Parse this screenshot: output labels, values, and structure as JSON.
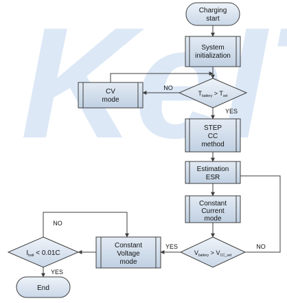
{
  "watermark": "KeIT",
  "colors": {
    "box_fill": "#c8d6e6",
    "box_fill_light": "#e8eff7",
    "stroke": "#3d3d3d",
    "watermark_blue": "#cfe0f3",
    "watermark_yellow": "#f6ecc2"
  },
  "nodes": {
    "start": {
      "lines": [
        "Charging",
        "start"
      ]
    },
    "init": {
      "lines": [
        "System",
        "initialization"
      ]
    },
    "temp_decision": {
      "a_main": "T",
      "a_sub": "battery",
      "op": " > ",
      "b_main": "T",
      "b_sub": "set"
    },
    "cv_mode": {
      "lines": [
        "CV",
        "mode"
      ]
    },
    "step_cc": {
      "lines": [
        "STEP",
        "CC",
        "method"
      ]
    },
    "estimation": {
      "lines": [
        "Estimation",
        "ESR"
      ]
    },
    "cc_mode": {
      "lines": [
        "Constant",
        "Current",
        "mode"
      ]
    },
    "volt_decision": {
      "a_main": "V",
      "a_sub": "battery",
      "op": " > ",
      "b_main": "V",
      "b_sub": "CC_set"
    },
    "cv_mode2": {
      "lines": [
        "Constant",
        "Voltage",
        "mode"
      ]
    },
    "current_decision": {
      "a_main": "I",
      "a_sub": "batt",
      "op": " < 0.01C"
    },
    "end": {
      "lines": [
        "End"
      ]
    }
  },
  "edge_labels": {
    "temp_no": "NO",
    "temp_yes": "YES",
    "volt_yes": "YES",
    "volt_no": "NO",
    "current_no": "NO",
    "current_yes": "YES"
  }
}
